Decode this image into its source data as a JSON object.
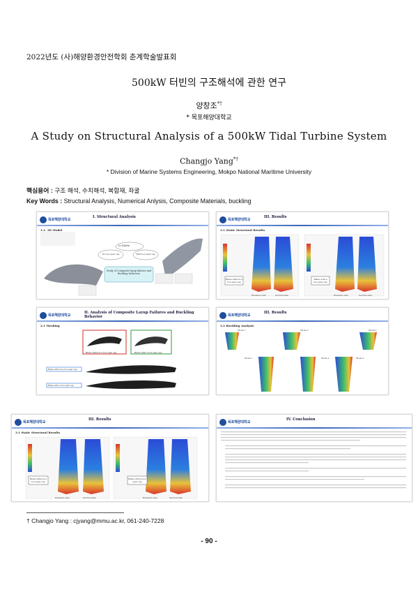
{
  "header": {
    "conference": "2022년도 (사)해양환경안전학회 춘계학술발표회"
  },
  "paper": {
    "title_ko": "500kW 터빈의 구조해석에 관한 연구",
    "author_ko": "양창조",
    "author_ko_mark": "*†",
    "affiliation_ko": "* 목포해양대학교",
    "title_en": "A Study on Structural Analysis of a 500kW Tidal Turbine System",
    "author_en": "Changjo Yang",
    "author_en_mark": "*†",
    "affiliation_en": "* Division of Marine Systems Engineering, Mokpo National Maritime University",
    "keywords_ko_label": "핵심용어 :",
    "keywords_ko": "구조 해석, 수치해석, 복합재, 좌굴",
    "keywords_en_label": "Key Words :",
    "keywords_en": "Structural Analysis, Numerical Anlysis, Composite Materials, buckling"
  },
  "slides": [
    {
      "logo": "목포해양대학교",
      "section": "I. Structural Analysis",
      "subtitle": "1.1. 3D Model",
      "labels": [
        "No-box spar cap",
        "With box spar cap",
        "Study of Composite layup failures and Buckling behaviors"
      ],
      "center_label": "in blade"
    },
    {
      "logo": "목포해양대학교",
      "section": "III. Results",
      "subtitle": "3.1 Static Structural Results",
      "labels": [
        "Blade without a box spar cap",
        "Blade with a box spar cap",
        "Pressure side",
        "Suction side",
        "Pressure side",
        "Suction side"
      ]
    },
    {
      "logo": "목포해양대학교",
      "section": "II. Analysis of Composite Layup Failures and Buckling Behavior",
      "subtitle": "2.1 Meshing",
      "labels": [
        "Blade without a box spar cap",
        "Blade with a box spar cap",
        "Blade without a box spar cap",
        "Blade with a box spar cap"
      ]
    },
    {
      "logo": "목포해양대학교",
      "section": "III. Results",
      "subtitle": "3.2 Buckling Analysis",
      "labels": [
        "Mode 1",
        "Mode 2",
        "Mode 3",
        "Mode 1",
        "Mode 2",
        "Mode 3"
      ]
    },
    {
      "logo": "목포해양대학교",
      "section": "III. Results",
      "subtitle": "3.1 Static Structural Results",
      "labels": [
        "Blade without a box spar cap",
        "Blade with a box spar cap",
        "Pressure side",
        "Suction side",
        "Pressure side",
        "Suction side"
      ]
    },
    {
      "logo": "목포해양대학교",
      "section": "IV. Conclusion",
      "subtitle": ""
    }
  ],
  "footnote": {
    "mark": "†",
    "text": "Changjo Yang : cjyang@mmu.ac.kr,  061-240-7228"
  },
  "page_number": "- 90 -",
  "colors": {
    "slide_band": "#3b64b8",
    "logo_blue": "#1f4e9c",
    "label_red": "#d22a2a",
    "label_green": "#2e9a3a",
    "label_blue": "#2a6bd6"
  }
}
